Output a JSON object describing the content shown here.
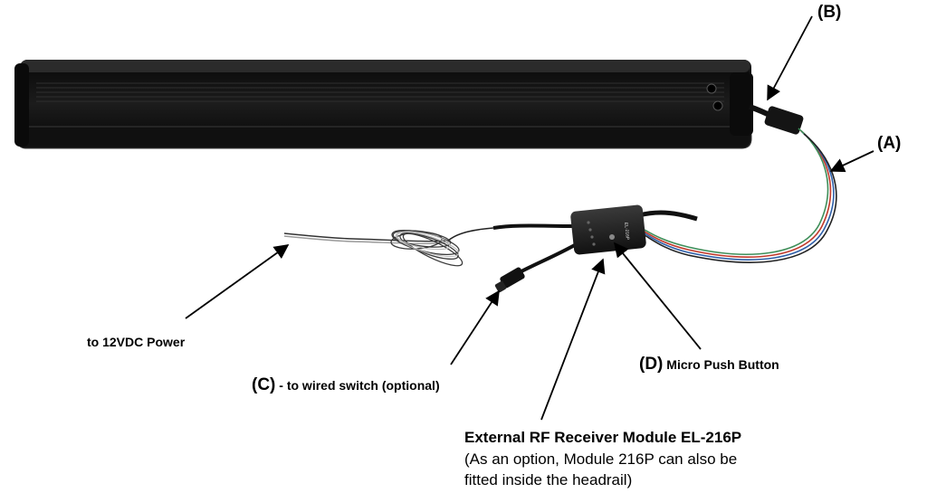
{
  "labels": {
    "b": "(B)",
    "a": "(A)",
    "power": "to 12VDC Power",
    "c_letter": "(C)",
    "c_text": " - to wired switch (optional)",
    "d_letter": "(D)",
    "d_text": " Micro Push Button",
    "module_title": "External RF Receiver Module EL-216P",
    "module_note_line1": "(As an option, Module 216P can also be",
    "module_note_line2": "fitted inside the headrail)"
  },
  "module_print": "EL-216P",
  "colors": {
    "headrail": "#151515",
    "cable": "#1a1a1a",
    "wire_red": "#c0392b",
    "wire_blue": "#2e5fa8",
    "wire_green": "#3f8f5a"
  }
}
